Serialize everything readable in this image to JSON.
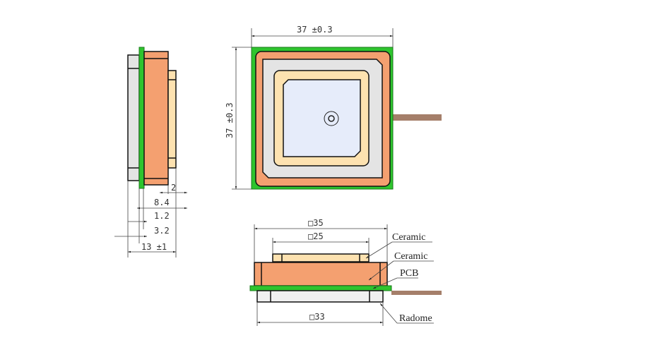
{
  "top_view": {
    "width_dim": "37 ±0.3",
    "height_dim": "37 ±0.3"
  },
  "side_view": {
    "dims": [
      "2",
      "8.4",
      "1.2",
      "3.2",
      "13 ±1"
    ]
  },
  "front_view": {
    "dims": [
      "□35",
      "□25",
      "□33"
    ],
    "labels": [
      "Ceramic",
      "Ceramic",
      "PCB",
      "Radome"
    ]
  },
  "colors": {
    "pcb": "#2ec42e",
    "ceramic": "#f4a070",
    "ceramic_light": "#fde2b0",
    "radome": "#e4e4e4",
    "patch": "#e6ecfa",
    "cable": "#a57f6a"
  }
}
